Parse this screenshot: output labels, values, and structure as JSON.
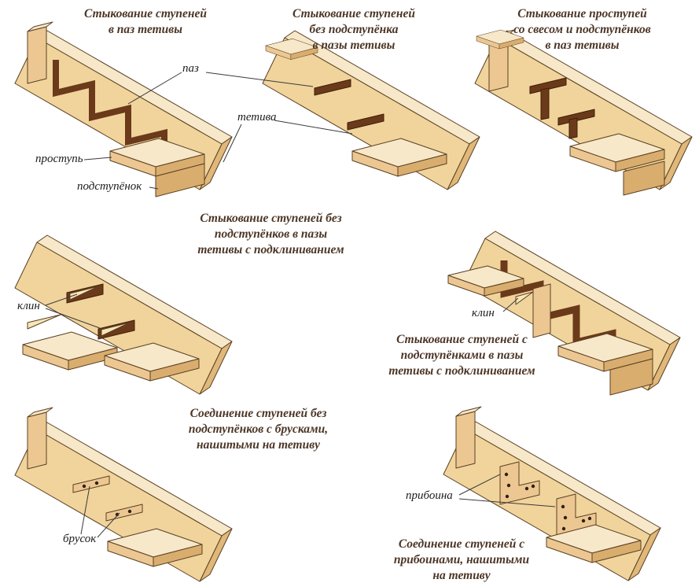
{
  "figure": {
    "subject": "Способы соединения ступеней лестницы с тетивой"
  },
  "colors": {
    "wood_top": "#f6e8c8",
    "wood_face": "#f0d49c",
    "wood_end": "#dfb87a",
    "wood_mid": "#ecc792",
    "wood_dark": "#d9ad6e",
    "wedge": "#f7e6b8",
    "groove": "#6b3a1a",
    "outline": "#5b4023",
    "title_text": "#4c3626",
    "label_text": "#1c1c1c"
  },
  "panels": [
    {
      "id": "joint-in-groove",
      "title": [
        "Стыкование ступеней",
        "в паз тетивы"
      ]
    },
    {
      "id": "joint-no-riser",
      "title": [
        "Стыкование ступеней",
        "без подступёнка",
        "в пазы тетивы"
      ]
    },
    {
      "id": "joint-overhang",
      "title": [
        "Стыкование проступей",
        "со свесом и подступёнков",
        "в паз тетивы"
      ]
    },
    {
      "id": "joint-wedged-no-riser",
      "title": [
        "Стыкование ступеней без",
        "подступёнков в пазы",
        "тетивы с подклиниванием"
      ]
    },
    {
      "id": "joint-wedged-risers",
      "title": [
        "Стыкование ступеней с",
        "подступёнками в пазы",
        "тетивы с подклиниванием"
      ]
    },
    {
      "id": "joint-cleats",
      "title": [
        "Соединение ступеней без",
        "подступёнков с брусками,",
        "нашитыми на тетиву"
      ]
    },
    {
      "id": "joint-nailed-blocks",
      "title": [
        "Соединение ступеней с",
        "прибоинами, нашитыми",
        "на тетиву"
      ]
    }
  ],
  "labels": {
    "paz": "паз",
    "tetiva": "тетива",
    "prostup": "проступь",
    "podstupenok": "подступёнок",
    "klin": "клин",
    "brusok": "брусок",
    "priboina": "прибоина"
  }
}
